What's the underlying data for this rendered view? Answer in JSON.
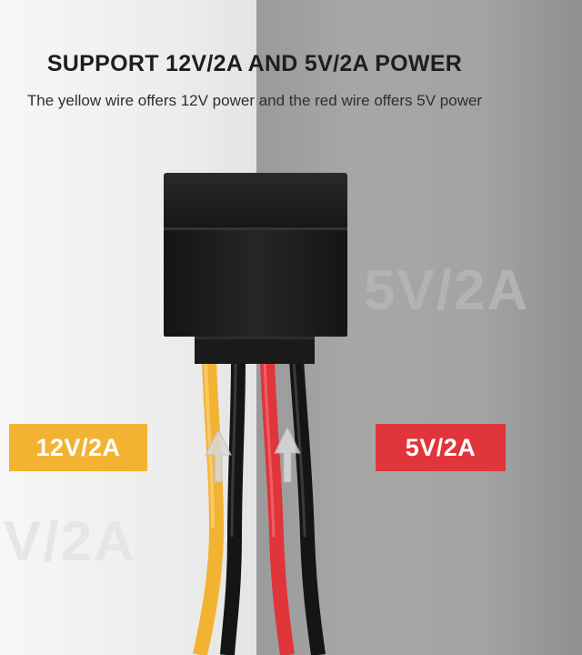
{
  "header": {
    "title": "SUPPORT 12V/2A AND 5V/2A POWER",
    "subtitle": "The yellow wire offers 12V power and the red wire offers 5V power"
  },
  "labels": {
    "left": "12V/2A",
    "right": "5V/2A"
  },
  "watermarks": {
    "right": "5V/2A",
    "left": "V/2A"
  },
  "colors": {
    "yellow_wire": "#f2b232",
    "red_wire": "#e0353b",
    "black_wire": "#151515",
    "connector": "#1c1c1c"
  }
}
